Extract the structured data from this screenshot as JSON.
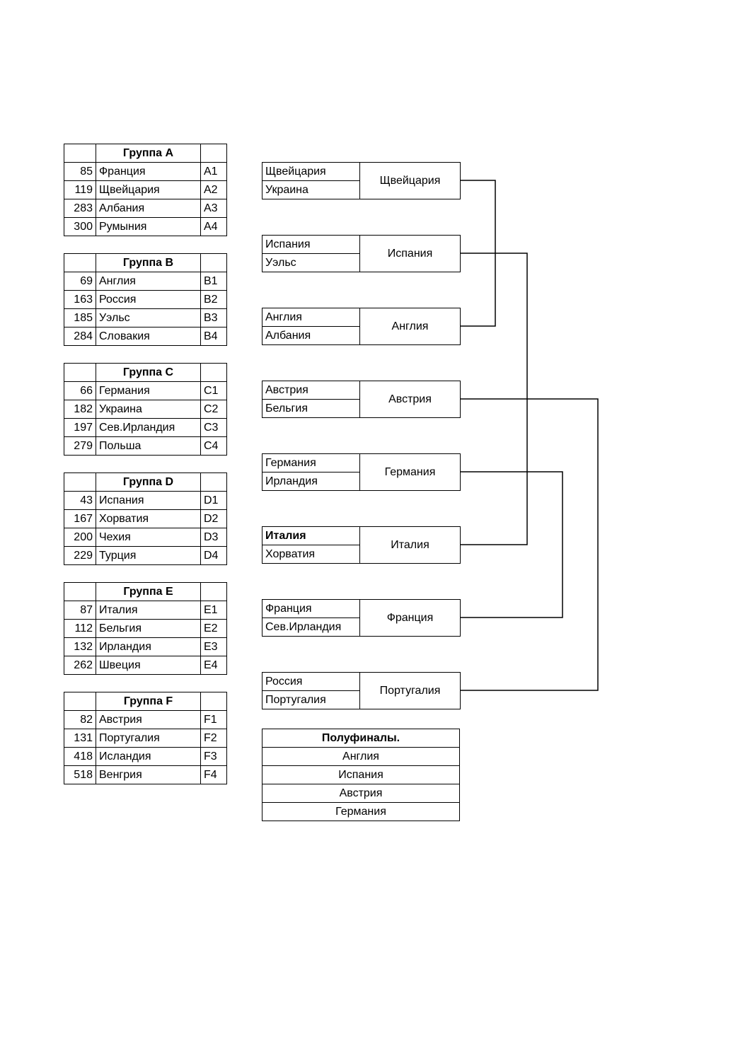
{
  "page": {
    "background": "#ffffff",
    "line_color": "#000000"
  },
  "groups": [
    {
      "title": "Группа A",
      "rows": [
        {
          "num": "85",
          "name": "Франция",
          "code": "A1"
        },
        {
          "num": "119",
          "name": "Щвейцария",
          "code": "A2"
        },
        {
          "num": "283",
          "name": "Албания",
          "code": "A3"
        },
        {
          "num": "300",
          "name": "Румыния",
          "code": "A4"
        }
      ]
    },
    {
      "title": "Группа B",
      "rows": [
        {
          "num": "69",
          "name": "Англия",
          "code": "B1"
        },
        {
          "num": "163",
          "name": "Россия",
          "code": "B2"
        },
        {
          "num": "185",
          "name": "Уэльс",
          "code": "B3"
        },
        {
          "num": "284",
          "name": "Словакия",
          "code": "B4"
        }
      ]
    },
    {
      "title": "Группа C",
      "rows": [
        {
          "num": "66",
          "name": "Германия",
          "code": "C1"
        },
        {
          "num": "182",
          "name": "Украина",
          "code": "C2"
        },
        {
          "num": "197",
          "name": "Сев.Ирландия",
          "code": "C3"
        },
        {
          "num": "279",
          "name": "Польша",
          "code": "C4"
        }
      ]
    },
    {
      "title": "Группа D",
      "rows": [
        {
          "num": "43",
          "name": "Испания",
          "code": "D1"
        },
        {
          "num": "167",
          "name": "Хорватия",
          "code": "D2"
        },
        {
          "num": "200",
          "name": "Чехия",
          "code": "D3"
        },
        {
          "num": "229",
          "name": "Турция",
          "code": "D4"
        }
      ]
    },
    {
      "title": "Группа E",
      "rows": [
        {
          "num": "87",
          "name": "Италия",
          "code": "E1"
        },
        {
          "num": "112",
          "name": "Бельгия",
          "code": "E2"
        },
        {
          "num": "132",
          "name": "Ирландия",
          "code": "E3"
        },
        {
          "num": "262",
          "name": "Швеция",
          "code": "E4"
        }
      ]
    },
    {
      "title": "Группа F",
      "rows": [
        {
          "num": "82",
          "name": "Австрия",
          "code": "F1"
        },
        {
          "num": "131",
          "name": "Португалия",
          "code": "F2"
        },
        {
          "num": "418",
          "name": "Исландия",
          "code": "F3"
        },
        {
          "num": "518",
          "name": "Венгрия",
          "code": "F4"
        }
      ]
    }
  ],
  "matches": [
    {
      "team1": "Щвейцария",
      "team2": "Украина",
      "winner": "Щвейцария"
    },
    {
      "team1": "Испания",
      "team2": "Уэльс",
      "winner": "Испания"
    },
    {
      "team1": "Англия",
      "team2": "Албания",
      "winner": "Англия"
    },
    {
      "team1": "Австрия",
      "team2": "Бельгия",
      "winner": "Австрия"
    },
    {
      "team1": "Германия",
      "team2": "Ирландия",
      "winner": "Германия"
    },
    {
      "team1": "Италия",
      "team2": "Хорватия",
      "winner": "Италия"
    },
    {
      "team1": "Франция",
      "team2": "Сев.Ирландия",
      "winner": "Франция"
    },
    {
      "team1": "Россия",
      "team2": "Португалия",
      "winner": "Португалия"
    }
  ],
  "semifinals": {
    "title": "Полуфиналы.",
    "teams": [
      "Англия",
      "Испания",
      "Австрия",
      "Германия"
    ]
  }
}
